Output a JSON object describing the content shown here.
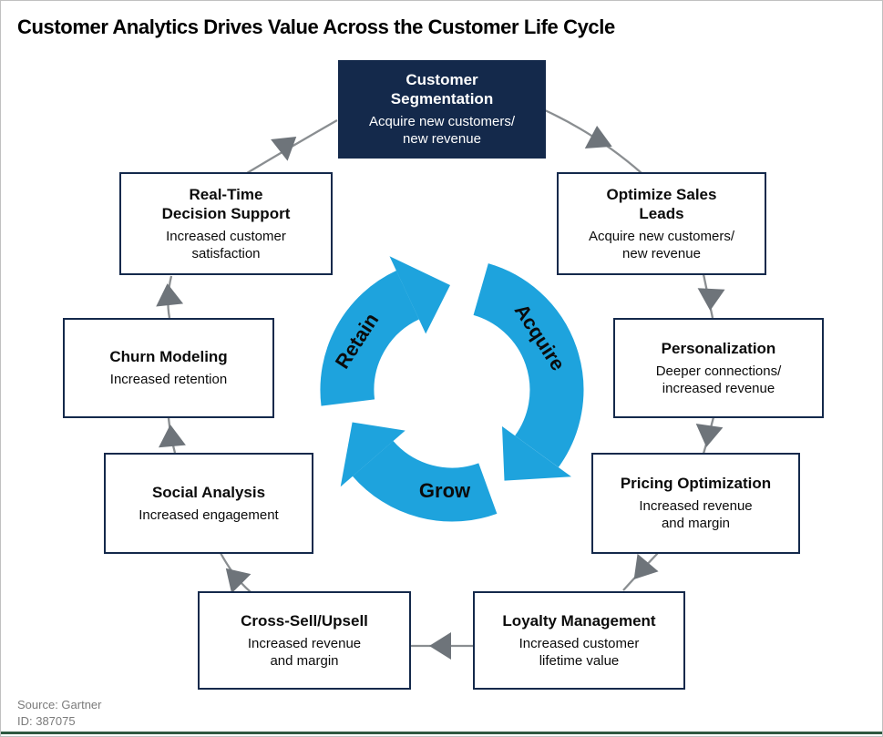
{
  "title": "Customer Analytics Drives Value Across the Customer Life Cycle",
  "cycle": {
    "labels": {
      "acquire": "Acquire",
      "grow": "Grow",
      "retain": "Retain"
    }
  },
  "nodes": [
    {
      "id": "customer-segmentation",
      "title": "Customer\nSegmentation",
      "subtitle": "Acquire new customers/\nnew revenue",
      "highlighted": true
    },
    {
      "id": "optimize-sales-leads",
      "title": "Optimize Sales\nLeads",
      "subtitle": "Acquire new customers/\nnew revenue",
      "highlighted": false
    },
    {
      "id": "personalization",
      "title": "Personalization",
      "subtitle": "Deeper connections/\nincreased revenue",
      "highlighted": false
    },
    {
      "id": "pricing-optimization",
      "title": "Pricing Optimization",
      "subtitle": "Increased revenue\nand margin",
      "highlighted": false
    },
    {
      "id": "loyalty-management",
      "title": "Loyalty Management",
      "subtitle": "Increased customer\nlifetime value",
      "highlighted": false
    },
    {
      "id": "cross-sell-upsell",
      "title": "Cross-Sell/Upsell",
      "subtitle": "Increased revenue\nand margin",
      "highlighted": false
    },
    {
      "id": "social-analysis",
      "title": "Social Analysis",
      "subtitle": "Increased engagement",
      "highlighted": false
    },
    {
      "id": "churn-modeling",
      "title": "Churn Modeling",
      "subtitle": "Increased retention",
      "highlighted": false
    },
    {
      "id": "real-time-decision-support",
      "title": "Real-Time\nDecision Support",
      "subtitle": "Increased customer\nsatisfaction",
      "highlighted": false
    }
  ],
  "footer": {
    "source": "Source: Gartner",
    "id_line": "ID: 387075"
  },
  "colors": {
    "navy": "#14294B",
    "cycle_blue": "#1EA3DD",
    "arrow_line": "#8A8E91",
    "arrow_head": "#6E747A",
    "bar_green": "#2E5840",
    "source_gray": "#7B7B7B",
    "title_black": "#000000",
    "frame_border": "#C0C0C0"
  }
}
